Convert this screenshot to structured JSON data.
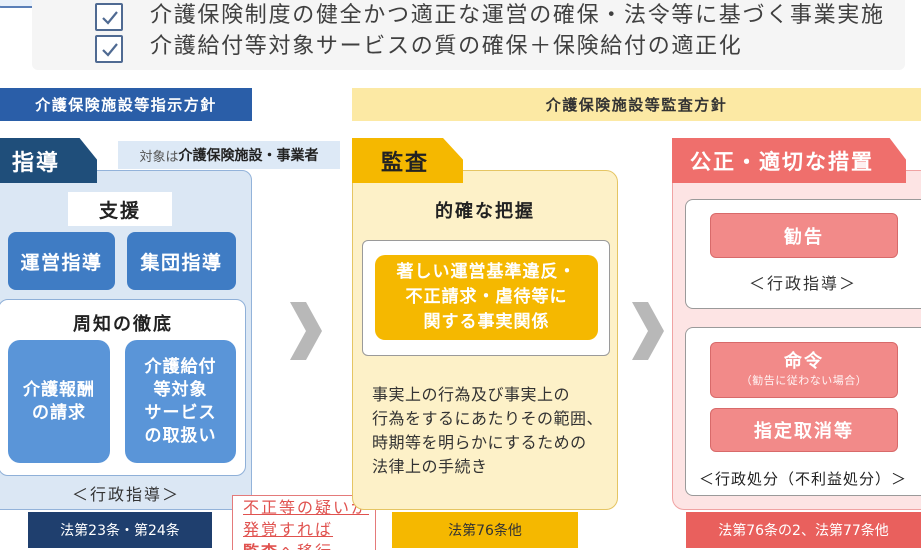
{
  "header": {
    "items": [
      {
        "text": "介護保険制度の健全かつ適正な運営の確保・法令等に基づく事業実施",
        "checked": true
      },
      {
        "text": "介護給付等対象サービスの質の確保＋保険給付の適正化",
        "checked": true
      }
    ]
  },
  "guidance": {
    "banner": "介護保険施設等指示方針",
    "tab": "指導",
    "target_prefix": "対象は",
    "target": "介護保険施設・事業者",
    "support": "支援",
    "methods": [
      "運営指導",
      "集団指導"
    ],
    "notice_title": "周知の徹底",
    "notice_items": [
      {
        "lines": [
          "介護報酬",
          "の請求"
        ]
      },
      {
        "lines": [
          "介護給付",
          "等対象",
          "サービス",
          "の取扱い"
        ]
      }
    ],
    "category": "＜行政指導＞",
    "law": "法第23条・第24条"
  },
  "transition_note": {
    "lines": [
      "不正等の疑いが",
      "発覚すれば"
    ],
    "emphasis": "監査",
    "rest": "へ移行"
  },
  "audit": {
    "banner": "介護保険施設等監査方針",
    "tab": "監査",
    "heading": "的確な把握",
    "focus_lines": [
      "著しい運営基準違反・",
      "不正請求・虐待等に",
      "関する事実関係"
    ],
    "description_lines": [
      "事実上の行為及び事実上の",
      "行為をするにあたりその範囲、",
      "時期等を明らかにするための",
      "法律上の手続き"
    ],
    "law": "法第76条他"
  },
  "measures": {
    "tab": "公正・適切な措置",
    "guidance_action": "勧告",
    "guidance_category": "＜行政指導＞",
    "order": "命令",
    "order_note": "（勧告に従わない場合）",
    "revocation": "指定取消等",
    "disposition_category": "＜行政処分（不利益処分）＞",
    "law": "法第76条の2、法第77条他"
  },
  "colors": {
    "navy": "#1f4e7a",
    "navy-bar": "#1f3f6e",
    "blue-banner": "#2a5ea8",
    "blue-btn": "#3f7cc4",
    "blue-item": "#5a95d8",
    "gold": "#f5b800",
    "yellow-banner": "#fce9a4",
    "red-tab": "#ef6f6c",
    "red-btn": "#f28a89",
    "red-bar": "#e9605d",
    "note-red": "#e0524f"
  }
}
